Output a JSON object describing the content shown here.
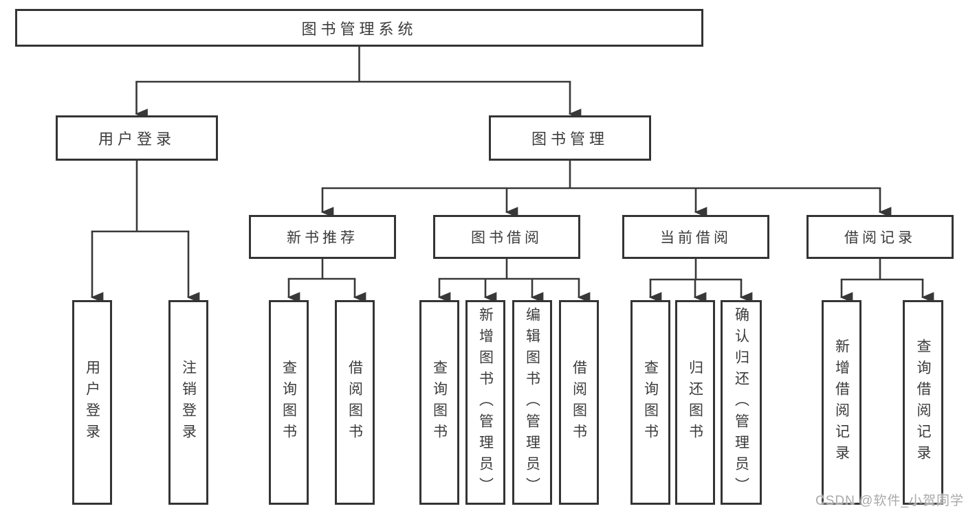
{
  "diagram": {
    "root_label": "图书管理系统",
    "branches": [
      {
        "label": "用户登录",
        "children": [
          "用户登录",
          "注销登录"
        ]
      },
      {
        "label": "图书管理",
        "groups": [
          {
            "label": "新书推荐",
            "children": [
              "查询图书",
              "借阅图书"
            ]
          },
          {
            "label": "图书借阅",
            "children": [
              "查询图书",
              "新增图书（管理员）",
              "编辑图书（管理员）",
              "借阅图书"
            ]
          },
          {
            "label": "当前借阅",
            "children": [
              "查询图书",
              "归还图书",
              "确认归还（管理员）"
            ]
          },
          {
            "label": "借阅记录",
            "children": [
              "新增借阅记录",
              "查询借阅记录"
            ]
          }
        ]
      }
    ],
    "watermark": "CSDN @软件_小贺同学",
    "colors": {
      "line": "#383838",
      "box_border": "#343434",
      "text": "#3b3b3b",
      "watermark": "#a9a9a9",
      "background": "#ffffff"
    }
  }
}
